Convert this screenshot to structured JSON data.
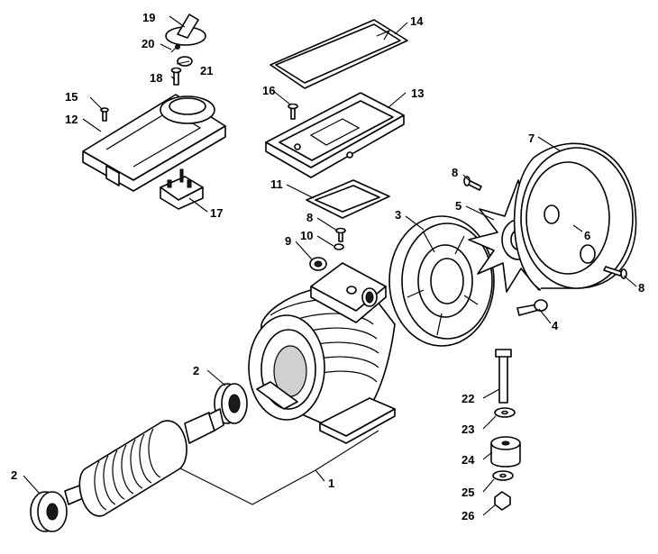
{
  "callouts": {
    "c1": "1",
    "c2a": "2",
    "c2b": "2",
    "c3": "3",
    "c4": "4",
    "c5": "5",
    "c6": "6",
    "c7": "7",
    "c8a": "8",
    "c8b": "8",
    "c8c": "8",
    "c9": "9",
    "c10": "10",
    "c11": "11",
    "c12": "12",
    "c13": "13",
    "c14": "14",
    "c15": "15",
    "c16": "16",
    "c17": "17",
    "c18": "18",
    "c19": "19",
    "c20": "20",
    "c21": "21",
    "c22": "22",
    "c23": "23",
    "c24": "24",
    "c25": "25",
    "c26": "26"
  }
}
